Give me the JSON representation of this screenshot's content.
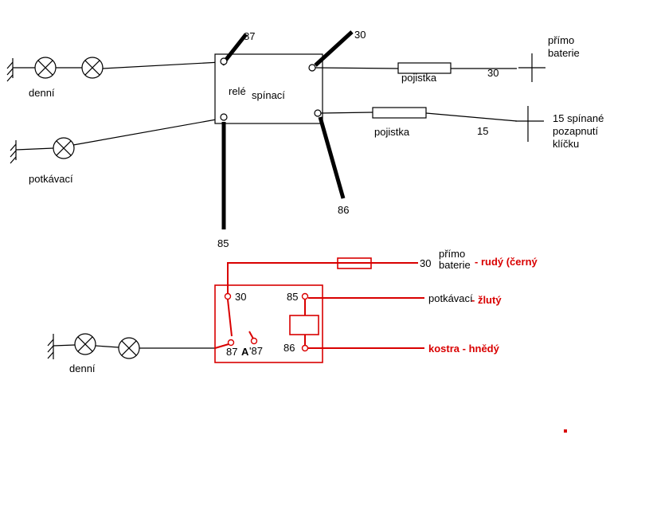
{
  "colors": {
    "diagram_black": "#000000",
    "diagram_red": "#d90000",
    "background": "#ffffff"
  },
  "top": {
    "daytime_label": "denní",
    "lowbeam_label": "potkávací",
    "relay_word1": "relé",
    "relay_word2": "spínací",
    "pin87": "87",
    "pin30": "30",
    "pin85": "85",
    "pin86": "86",
    "fuse1_label": "pojistka",
    "fuse2_label": "pojistka",
    "wire30_label": "30",
    "wire15_label": "15",
    "battery_line1": "přímo",
    "battery_line2": "baterie",
    "ignition_line1": "15 spínané",
    "ignition_line2": "pozapnutí",
    "ignition_line3": "klíčku"
  },
  "bottom": {
    "daytime_label": "denní",
    "pin30": "30",
    "pin85": "85",
    "pin86": "86",
    "pin87": "87",
    "pin87a_letter": "A",
    "pin87a": "'87",
    "wire30_label": "30",
    "battery_line1": "přímo",
    "battery_line2": "baterie",
    "battery_color_note": "- rudý (černý",
    "lowbeam_label": "potkávací",
    "lowbeam_color_note": "- žlutý",
    "ground_color_note": "kostra - hnědý"
  }
}
